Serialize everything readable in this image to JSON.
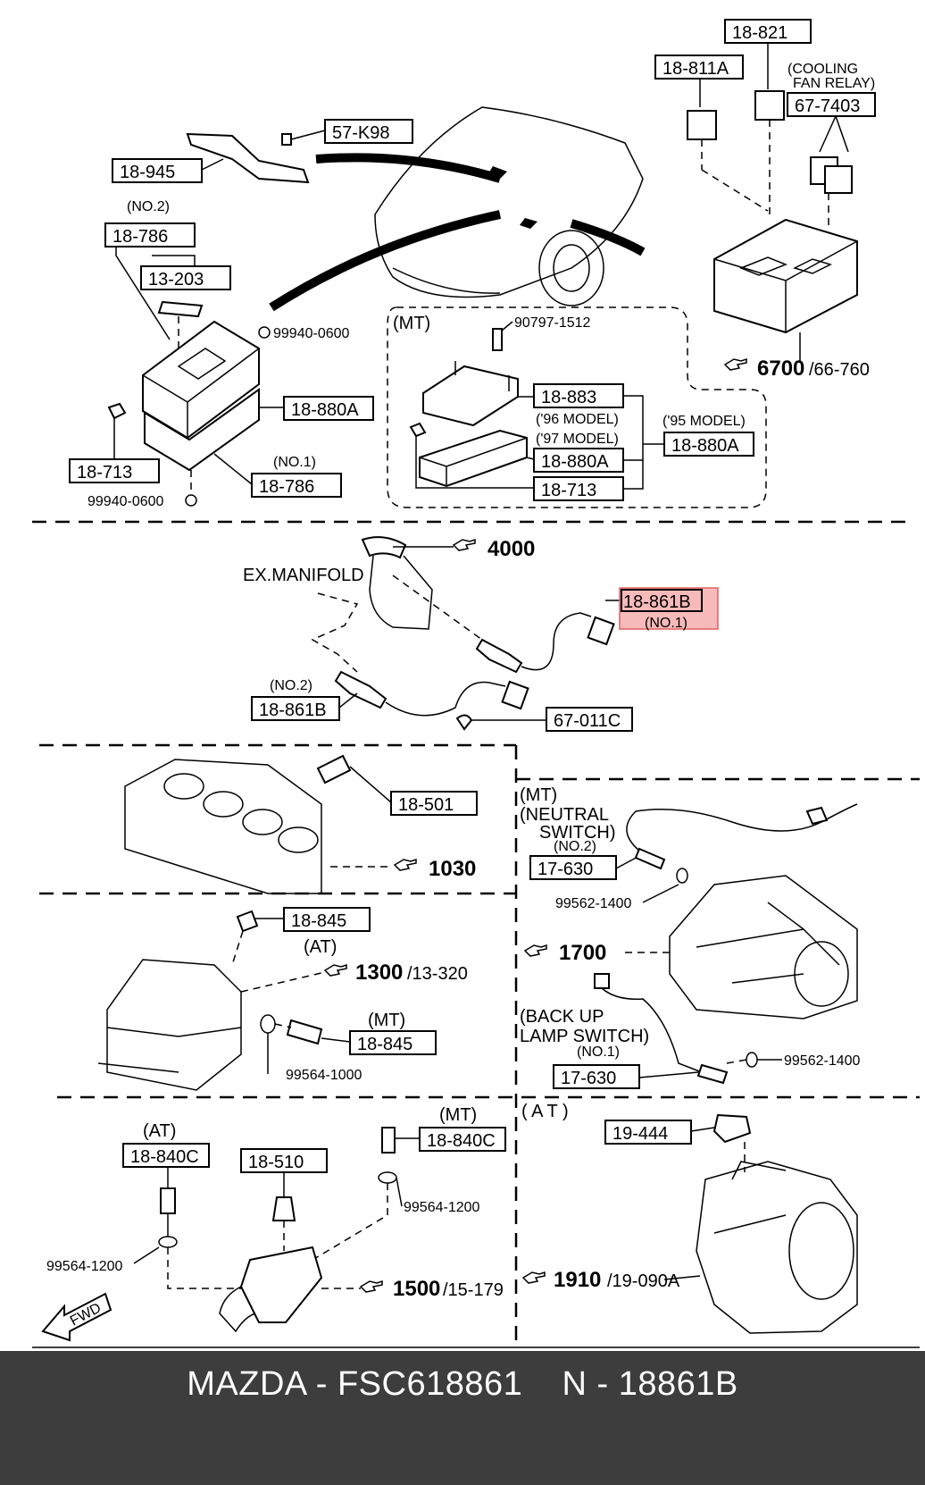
{
  "footer": {
    "text": "MAZDA - FSC618861    N - 18861B"
  },
  "labels": {
    "p57k98": "57-K98",
    "p18945": "18-945",
    "no2_a": "(NO.2)",
    "p18786a": "18-786",
    "p13203": "13-203",
    "p99940_1": "99940-0600",
    "p18880a_1": "18-880A",
    "p18713_1": "18-713",
    "no1_a": "(NO.1)",
    "p18786b": "18-786",
    "p99940_2": "99940-0600",
    "p18821": "18-821",
    "p18811a": "18-811A",
    "cooling": "(COOLING",
    "fanrelay": "FAN RELAY)",
    "p677403": "67-7403",
    "ref6700": "6700",
    "ref66760": "/66-760",
    "mt1": "(MT)",
    "p90797": "90797-1512",
    "p18883": "18-883",
    "m96": "('96 MODEL)",
    "m97": "('97 MODEL)",
    "m95": "('95 MODEL)",
    "p18880a_2": "18-880A",
    "p18880a_3": "18-880A",
    "p18713_2": "18-713",
    "ref4000": "4000",
    "exmanifold": "EX.MANIFOLD",
    "p18861b_hi": "18-861B",
    "no1_b": "(NO.1)",
    "no2_b": "(NO.2)",
    "p18861b_2": "18-861B",
    "p67011c": "67-011C",
    "p18501": "18-501",
    "ref1030": "1030",
    "mt2": "(MT)",
    "neutral": "(NEUTRAL",
    "switch1": "SWITCH)",
    "no2_c": "(NO.2)",
    "p17630a": "17-630",
    "p99562a": "99562-1400",
    "p18845a": "18-845",
    "at1": "(AT)",
    "ref1300": "1300",
    "ref13320": "/13-320",
    "ref1700": "1700",
    "mt3": "(MT)",
    "p18845b": "18-845",
    "p99564a": "99564-1000",
    "backup": "(BACK UP",
    "lampsw": "LAMP SWITCH)",
    "no1_c": "(NO.1)",
    "p17630b": "17-630",
    "p99562b": "99562-1400",
    "at2": "(AT)",
    "p18840c_a": "18-840C",
    "p18510": "18-510",
    "mt4": "(MT)",
    "p18840c_b": "18-840C",
    "p99564b": "99564-1200",
    "p99564c": "99564-1200",
    "at3": "( A T )",
    "p19444": "19-444",
    "ref1500": "1500",
    "ref15179": "/15-179",
    "ref1910": "1910",
    "ref19090a": "/19-090A",
    "fwd": "FWD"
  },
  "colors": {
    "highlight_fill": "#f4a3a3",
    "highlight_stroke": "#e06060",
    "footer_bg": "#3d3d3d",
    "footer_text": "#ffffff"
  },
  "icons": {
    "reference": "hand-pointer-icon",
    "forward": "fwd-arrow-icon"
  }
}
